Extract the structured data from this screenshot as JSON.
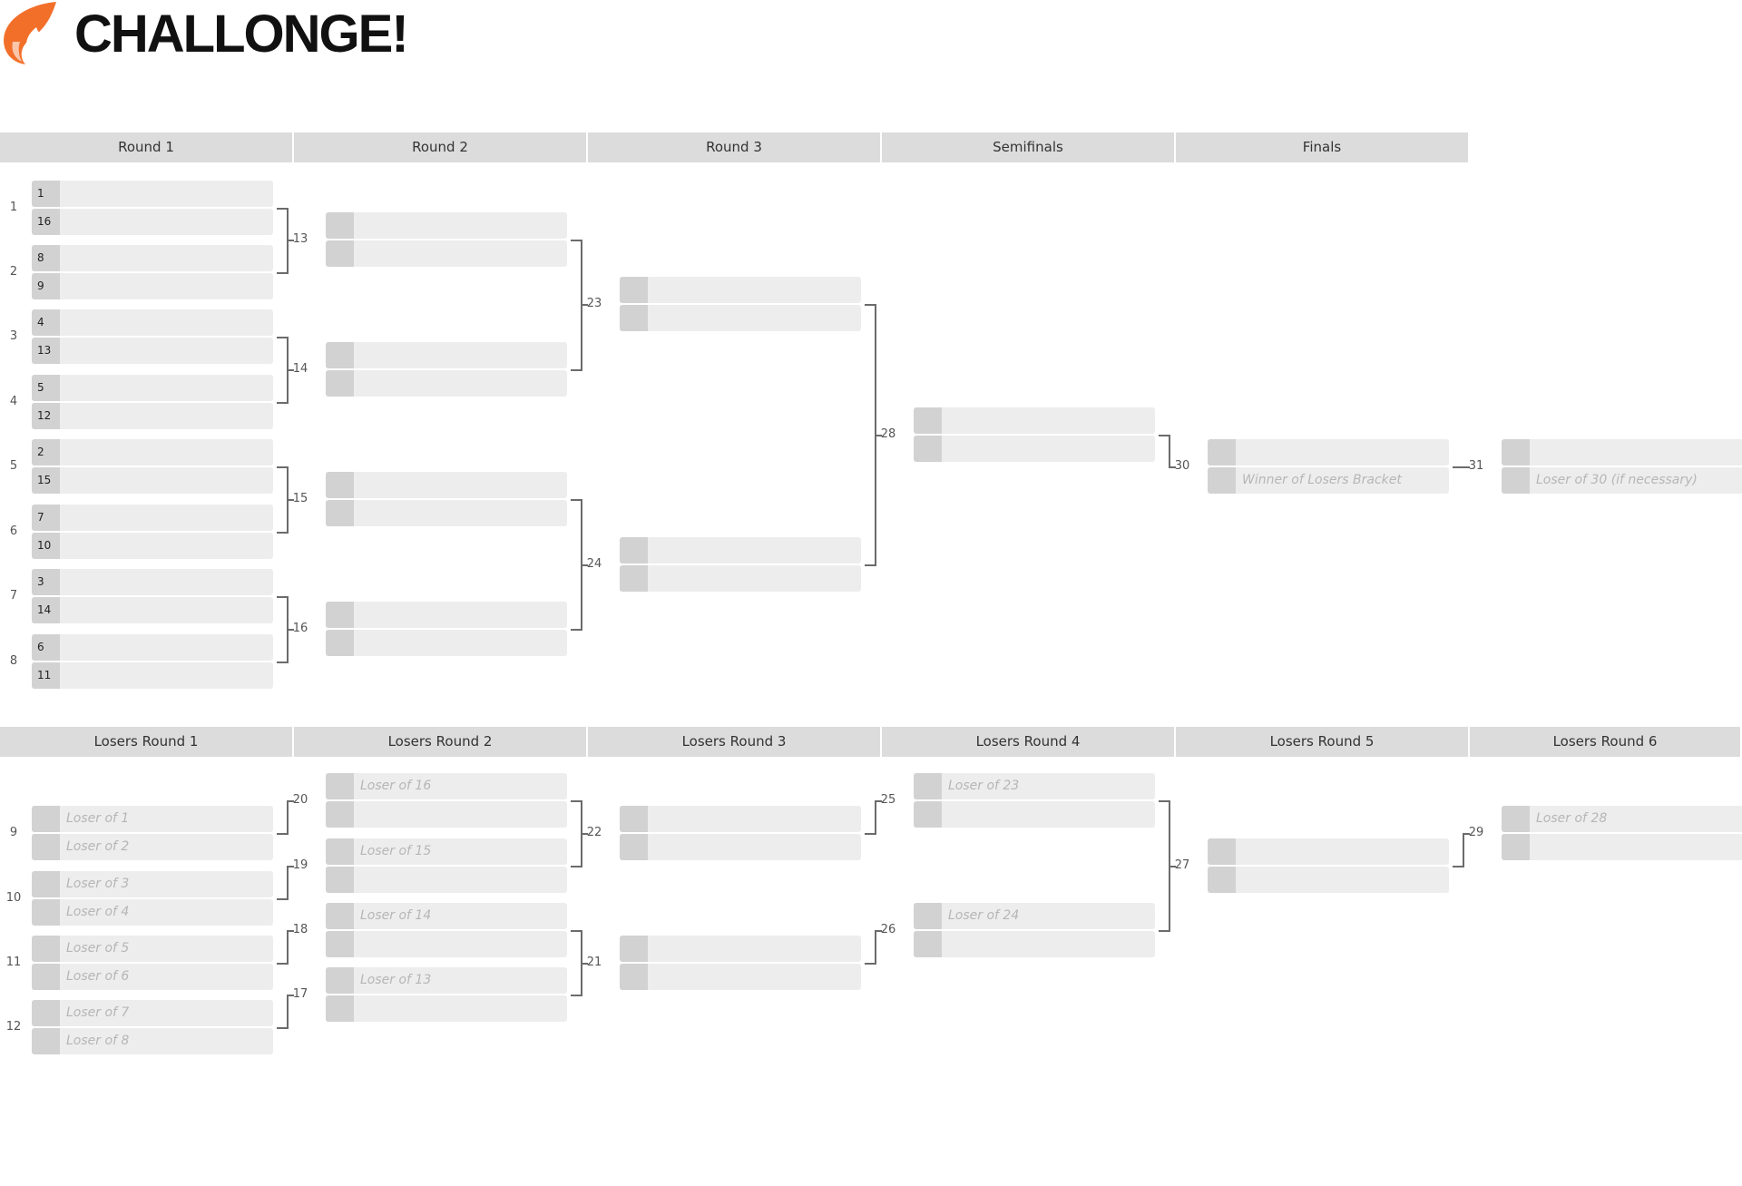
{
  "app": {
    "logo_text": "CHALLONGE!",
    "colors": {
      "accent": "#f26f2a",
      "header_bg": "#dcdcdc",
      "slot_bg": "#ededed",
      "seed_bg": "#d2d2d2",
      "connector": "#6b6b6b"
    }
  },
  "winners": {
    "rounds": [
      "Round 1",
      "Round 2",
      "Round 3",
      "Semifinals",
      "Finals"
    ],
    "matches": [
      {
        "id": "1",
        "round": 0,
        "players": [
          {
            "seed": "1",
            "name": ""
          },
          {
            "seed": "16",
            "name": ""
          }
        ]
      },
      {
        "id": "2",
        "round": 0,
        "players": [
          {
            "seed": "8",
            "name": ""
          },
          {
            "seed": "9",
            "name": ""
          }
        ]
      },
      {
        "id": "3",
        "round": 0,
        "players": [
          {
            "seed": "4",
            "name": ""
          },
          {
            "seed": "13",
            "name": ""
          }
        ]
      },
      {
        "id": "4",
        "round": 0,
        "players": [
          {
            "seed": "5",
            "name": ""
          },
          {
            "seed": "12",
            "name": ""
          }
        ]
      },
      {
        "id": "5",
        "round": 0,
        "players": [
          {
            "seed": "2",
            "name": ""
          },
          {
            "seed": "15",
            "name": ""
          }
        ]
      },
      {
        "id": "6",
        "round": 0,
        "players": [
          {
            "seed": "7",
            "name": ""
          },
          {
            "seed": "10",
            "name": ""
          }
        ]
      },
      {
        "id": "7",
        "round": 0,
        "players": [
          {
            "seed": "3",
            "name": ""
          },
          {
            "seed": "14",
            "name": ""
          }
        ]
      },
      {
        "id": "8",
        "round": 0,
        "players": [
          {
            "seed": "6",
            "name": ""
          },
          {
            "seed": "11",
            "name": ""
          }
        ]
      },
      {
        "id": "13",
        "round": 1,
        "players": [
          {
            "seed": "",
            "name": ""
          },
          {
            "seed": "",
            "name": ""
          }
        ]
      },
      {
        "id": "14",
        "round": 1,
        "players": [
          {
            "seed": "",
            "name": ""
          },
          {
            "seed": "",
            "name": ""
          }
        ]
      },
      {
        "id": "15",
        "round": 1,
        "players": [
          {
            "seed": "",
            "name": ""
          },
          {
            "seed": "",
            "name": ""
          }
        ]
      },
      {
        "id": "16",
        "round": 1,
        "players": [
          {
            "seed": "",
            "name": ""
          },
          {
            "seed": "",
            "name": ""
          }
        ]
      },
      {
        "id": "23",
        "round": 2,
        "players": [
          {
            "seed": "",
            "name": ""
          },
          {
            "seed": "",
            "name": ""
          }
        ]
      },
      {
        "id": "24",
        "round": 2,
        "players": [
          {
            "seed": "",
            "name": ""
          },
          {
            "seed": "",
            "name": ""
          }
        ]
      },
      {
        "id": "28",
        "round": 3,
        "players": [
          {
            "seed": "",
            "name": ""
          },
          {
            "seed": "",
            "name": ""
          }
        ]
      },
      {
        "id": "30",
        "round": 4,
        "players": [
          {
            "seed": "",
            "name": ""
          },
          {
            "seed": "",
            "name": "Winner of Losers Bracket"
          }
        ]
      },
      {
        "id": "31",
        "round": 5,
        "players": [
          {
            "seed": "",
            "name": ""
          },
          {
            "seed": "",
            "name": "Loser of 30 (if necessary)"
          }
        ]
      }
    ]
  },
  "losers": {
    "rounds": [
      "Losers Round 1",
      "Losers Round 2",
      "Losers Round 3",
      "Losers Round 4",
      "Losers Round 5",
      "Losers Round 6"
    ],
    "matches": [
      {
        "id": "9",
        "round": 0,
        "players": [
          {
            "seed": "",
            "name": "Loser of 1"
          },
          {
            "seed": "",
            "name": "Loser of 2"
          }
        ]
      },
      {
        "id": "10",
        "round": 0,
        "players": [
          {
            "seed": "",
            "name": "Loser of 3"
          },
          {
            "seed": "",
            "name": "Loser of 4"
          }
        ]
      },
      {
        "id": "11",
        "round": 0,
        "players": [
          {
            "seed": "",
            "name": "Loser of 5"
          },
          {
            "seed": "",
            "name": "Loser of 6"
          }
        ]
      },
      {
        "id": "12",
        "round": 0,
        "players": [
          {
            "seed": "",
            "name": "Loser of 7"
          },
          {
            "seed": "",
            "name": "Loser of 8"
          }
        ]
      },
      {
        "id": "20",
        "round": 1,
        "players": [
          {
            "seed": "",
            "name": "Loser of 16"
          },
          {
            "seed": "",
            "name": ""
          }
        ]
      },
      {
        "id": "19",
        "round": 1,
        "players": [
          {
            "seed": "",
            "name": "Loser of 15"
          },
          {
            "seed": "",
            "name": ""
          }
        ]
      },
      {
        "id": "18",
        "round": 1,
        "players": [
          {
            "seed": "",
            "name": "Loser of 14"
          },
          {
            "seed": "",
            "name": ""
          }
        ]
      },
      {
        "id": "17",
        "round": 1,
        "players": [
          {
            "seed": "",
            "name": "Loser of 13"
          },
          {
            "seed": "",
            "name": ""
          }
        ]
      },
      {
        "id": "22",
        "round": 2,
        "players": [
          {
            "seed": "",
            "name": ""
          },
          {
            "seed": "",
            "name": ""
          }
        ]
      },
      {
        "id": "21",
        "round": 2,
        "players": [
          {
            "seed": "",
            "name": ""
          },
          {
            "seed": "",
            "name": ""
          }
        ]
      },
      {
        "id": "25",
        "round": 3,
        "players": [
          {
            "seed": "",
            "name": "Loser of 23"
          },
          {
            "seed": "",
            "name": ""
          }
        ]
      },
      {
        "id": "26",
        "round": 3,
        "players": [
          {
            "seed": "",
            "name": "Loser of 24"
          },
          {
            "seed": "",
            "name": ""
          }
        ]
      },
      {
        "id": "27",
        "round": 4,
        "players": [
          {
            "seed": "",
            "name": ""
          },
          {
            "seed": "",
            "name": ""
          }
        ]
      },
      {
        "id": "29",
        "round": 5,
        "players": [
          {
            "seed": "",
            "name": "Loser of 28"
          },
          {
            "seed": "",
            "name": ""
          }
        ]
      }
    ]
  }
}
